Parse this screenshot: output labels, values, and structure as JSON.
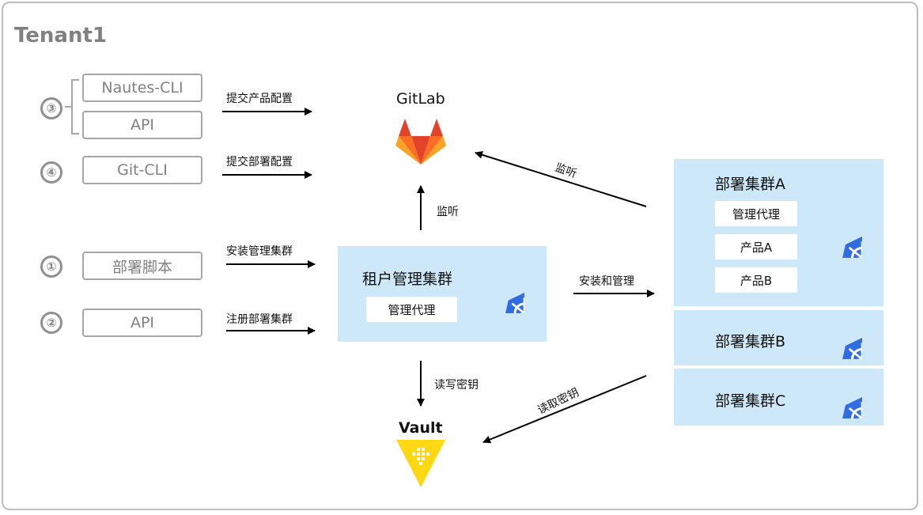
{
  "tenant": "Tenant1",
  "left": {
    "steps": [
      {
        "num": "③",
        "boxes": [
          "Nautes-CLI",
          "API"
        ],
        "action": "提交产品配置"
      },
      {
        "num": "④",
        "boxes": [
          "Git-CLI"
        ],
        "action": "提交部署配置"
      },
      {
        "num": "①",
        "boxes": [
          "部署脚本"
        ],
        "action": "安装管理集群"
      },
      {
        "num": "②",
        "boxes": [
          "API"
        ],
        "action": "注册部署集群"
      }
    ]
  },
  "gitlab": {
    "label": "GitLab"
  },
  "vault": {
    "label": "Vault"
  },
  "tenant_cluster": {
    "title": "租户管理集群",
    "agent": "管理代理"
  },
  "edges": {
    "tenant_to_gitlab": "监听",
    "deploy_to_gitlab": "监听",
    "tenant_to_deploy": "安装和管理",
    "tenant_to_vault": "读写密钥",
    "deploy_to_vault": "读取密钥"
  },
  "deploy_clusters": {
    "a": {
      "title": "部署集群A",
      "items": [
        "管理代理",
        "产品A",
        "产品B"
      ]
    },
    "b": {
      "title": "部署集群B"
    },
    "c": {
      "title": "部署集群C"
    }
  },
  "colors": {
    "cluster_bg": "#cde8f8",
    "k8s_blue": "#326ce5",
    "gitlab_orange": "#e24329",
    "vault_yellow": "#ffd814",
    "gray": "#808080"
  },
  "icons": [
    "gitlab-icon",
    "vault-icon",
    "kubernetes-icon",
    "arrow-icon"
  ]
}
